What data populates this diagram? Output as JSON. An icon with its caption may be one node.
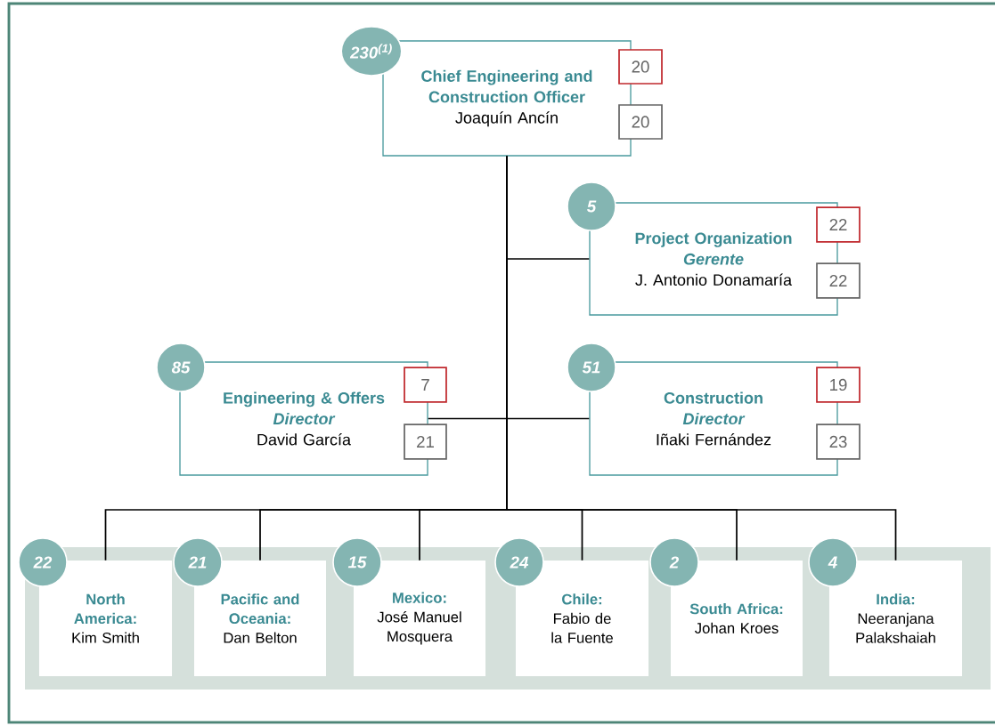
{
  "diagram": {
    "nodes": [
      {
        "text": [
          "230$^{(1)}$"
        ]
      },
      {
        "text": [
          "Chief Engineering and Construction Officer",
          "Joaquín Ancín"
        ]
      },
      {
        "text": [
          "20"
        ]
      },
      {
        "text": [
          "20"
        ]
      },
      {
        "text": [
          "5"
        ]
      },
      {
        "text": [
          "Project Organization",
          "Gerente",
          "J. Antonio Donamaría"
        ]
      },
      {
        "text": [
          "22"
        ]
      },
      {
        "text": [
          "22"
        ]
      },
      {
        "text": [
          "85"
        ]
      },
      {
        "text": [
          "Engineering & Offers",
          "Director",
          "David García"
        ]
      },
      {
        "text": [
          "7"
        ]
      },
      {
        "text": [
          "21"
        ]
      },
      {
        "text": [
          "51"
        ]
      },
      {
        "text": [
          "Construction",
          "Director",
          "Iñaki Fernández"
        ]
      },
      {
        "text": [
          "19"
        ]
      },
      {
        "text": [
          "23"
        ]
      },
      {
        "text": [],
        "shape": "band"
      },
      {
        "text": [
          "22"
        ]
      },
      {
        "text": [
          "North America:",
          "Kim Smith"
        ],
        "in": 16
      },
      {
        "text": [
          "21"
        ]
      },
      {
        "text": [
          "Pacific and Oceania:",
          "Dan Belton"
        ],
        "in": 16
      },
      {
        "text": [
          "15"
        ]
      },
      {
        "text": [
          "Mexico:",
          "José Manuel Mosquera"
        ],
        "in": 16
      },
      {
        "text": [
          "24"
        ]
      },
      {
        "text": [
          "Chile:",
          "Fabio de la Fuente"
        ],
        "in": 16
      },
      {
        "text": [
          "2"
        ]
      },
      {
        "text": [
          "South Africa:",
          "Johan Kroes"
        ],
        "in": 16
      },
      {
        "text": [
          "4"
        ]
      },
      {
        "text": [
          "India:",
          "Neeranjana Palakshaiah"
        ],
        "in": 16
      }
    ],
    "edges": [
      {
        "from": 1,
        "to": 5,
        "arrow": "none"
      },
      {
        "from": 1,
        "to": 9,
        "arrow": "none"
      },
      {
        "from": 1,
        "to": 13,
        "arrow": "none"
      },
      {
        "from": 1,
        "to": 18,
        "arrow": "none"
      },
      {
        "from": 1,
        "to": 20,
        "arrow": "none"
      },
      {
        "from": 1,
        "to": 22,
        "arrow": "none"
      },
      {
        "from": 1,
        "to": 24,
        "arrow": "none"
      },
      {
        "from": 1,
        "to": 26,
        "arrow": "none"
      },
      {
        "from": 1,
        "to": 28,
        "arrow": "none"
      }
    ]
  }
}
